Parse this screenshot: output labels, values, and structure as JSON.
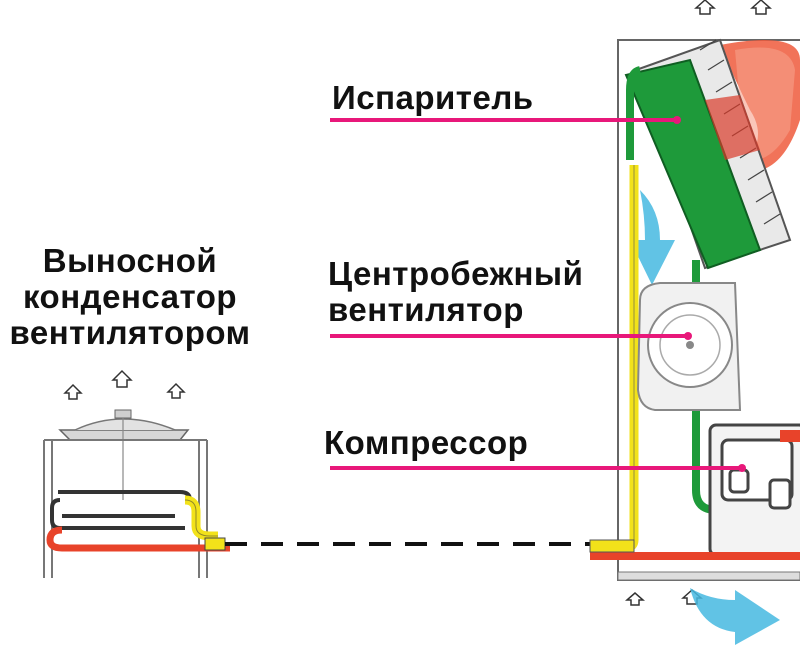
{
  "labels": {
    "evaporator": "Испаритель",
    "remote_condenser": [
      "Выносной",
      "конденсатор",
      "вентилятором"
    ],
    "centrifugal_fan": [
      "Центробежный",
      "вентилятор"
    ],
    "compressor": "Компрессор"
  },
  "colors": {
    "leader_line": "#e8187a",
    "evaporator_pipe": "#1e9a3a",
    "liquid_line": "#f2e21a",
    "hot_line": "#e8432a",
    "cold_air": "#45b8e0",
    "warm_air": "#ee5a3c",
    "casing_outline": "#555555",
    "dashed_link": "#000000"
  },
  "icons": [
    "air-out-arrow-icon",
    "air-in-arrow-icon",
    "warm-air-flow-icon",
    "cold-air-flow-icon"
  ]
}
